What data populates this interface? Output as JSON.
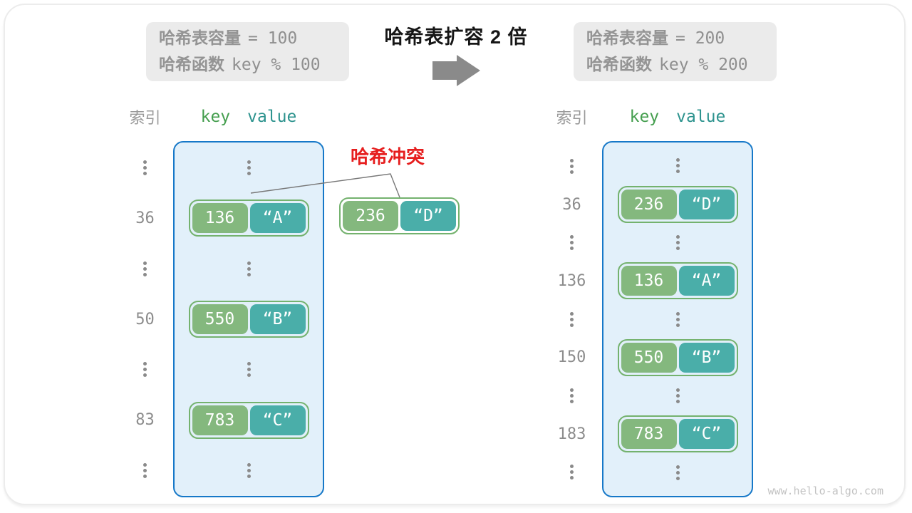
{
  "title": "哈希表扩容 2 倍",
  "legend_left": {
    "line1": {
      "label": "哈希表容量",
      "value": "= 100"
    },
    "line2": {
      "label": "哈希函数",
      "value": "key % 100"
    }
  },
  "legend_right": {
    "line1": {
      "label": "哈希表容量",
      "value": "= 200"
    },
    "line2": {
      "label": "哈希函数",
      "value": "key % 200"
    }
  },
  "headers": {
    "index": "索引",
    "key": "key",
    "value": "value"
  },
  "left_table": {
    "rows": [
      {
        "type": "dots"
      },
      {
        "type": "pair",
        "index": "36",
        "key": "136",
        "value": "“A”"
      },
      {
        "type": "dots"
      },
      {
        "type": "pair",
        "index": "50",
        "key": "550",
        "value": "“B”"
      },
      {
        "type": "dots"
      },
      {
        "type": "pair",
        "index": "83",
        "key": "783",
        "value": "“C”"
      },
      {
        "type": "dots"
      }
    ]
  },
  "right_table": {
    "rows": [
      {
        "type": "dots"
      },
      {
        "type": "pair",
        "index": "36",
        "key": "236",
        "value": "“D”"
      },
      {
        "type": "dots"
      },
      {
        "type": "pair",
        "index": "136",
        "key": "136",
        "value": "“A”"
      },
      {
        "type": "dots"
      },
      {
        "type": "pair",
        "index": "150",
        "key": "550",
        "value": "“B”"
      },
      {
        "type": "dots"
      },
      {
        "type": "pair",
        "index": "183",
        "key": "783",
        "value": "“C”"
      },
      {
        "type": "dots"
      }
    ]
  },
  "overflow_pair": {
    "key": "236",
    "value": "“D”"
  },
  "collision_label": "哈希冲突",
  "watermark": "www.hello-algo.com",
  "colors": {
    "bucket_border": "#1678c8",
    "bucket_bg": "#e2f0fa",
    "pair_border": "#74b26e",
    "key_bg": "#84b87e",
    "value_bg": "#4aaea9",
    "header_key": "#449e4e",
    "header_value": "#2d938e",
    "collision_red": "#e61e1e",
    "legend_bg": "#ebebeb",
    "gray_text": "#8c8c8c",
    "arrow_gray": "#8a8a8a"
  }
}
